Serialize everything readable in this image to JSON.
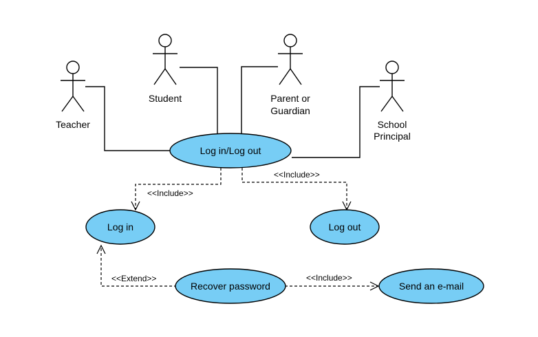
{
  "colors": {
    "usecase_fill": "#77CDF5",
    "line": "#000000",
    "background": "#FFFFFF"
  },
  "actors": {
    "teacher": {
      "label": "Teacher",
      "head_color": "#FF0000"
    },
    "student": {
      "label": "Student",
      "head_color": "#0000FF"
    },
    "parent": {
      "label_line1": "Parent or",
      "label_line2": "Guardian",
      "head_color": "#FFFF00"
    },
    "principal": {
      "label_line1": "School",
      "label_line2": "Principal",
      "head_color": "#FF0000"
    }
  },
  "usecases": {
    "login_logout": "Log in/Log out",
    "login": "Log in",
    "logout": "Log out",
    "recover": "Recover password",
    "email": "Send an e-mail"
  },
  "relations": {
    "include_login": "<<Include>>",
    "include_logout": "<<Include>>",
    "extend_recover": "<<Extend>>",
    "include_email": "<<Include>>"
  }
}
